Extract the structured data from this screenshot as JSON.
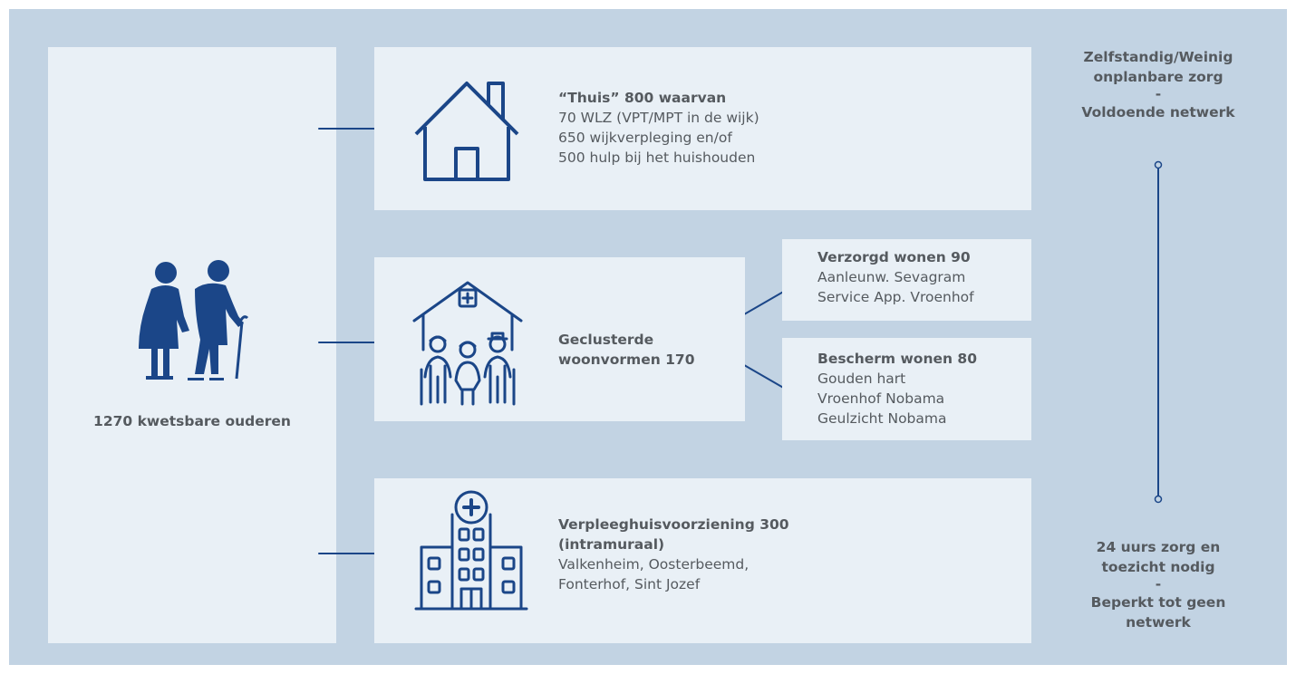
{
  "colors": {
    "background": "#c2d3e3",
    "panel": "#e9f0f6",
    "accent": "#1b4688",
    "text": "#555a5f"
  },
  "left": {
    "icon": "elderly-couple-icon",
    "label": "1270 kwetsbare ouderen"
  },
  "boxes": {
    "home": {
      "icon": "house-icon",
      "title": "“Thuis” 800 waarvan",
      "lines": [
        "70 WLZ (VPT/MPT in de wijk)",
        "650 wijkverpleging en/of",
        "500 hulp bij het huishouden"
      ]
    },
    "clustered": {
      "icon": "care-residence-icon",
      "title_line1": "Geclusterde",
      "title_line2": "woonvormen 170"
    },
    "nursing": {
      "icon": "hospital-building-icon",
      "title_line1": "Verpleeghuisvoorziening 300",
      "title_line2": "(intramuraal)",
      "lines": [
        "Valkenheim, Oosterbeemd,",
        "Fonterhof, Sint Jozef"
      ]
    },
    "cared": {
      "title": "Verzorgd wonen 90",
      "lines": [
        "Aanleunw. Sevagram",
        "Service App. Vroenhof"
      ]
    },
    "protected": {
      "title": "Bescherm wonen 80",
      "lines": [
        "Gouden hart",
        "Vroenhof Nobama",
        "Geulzicht Nobama"
      ]
    }
  },
  "scale": {
    "top": [
      "Zelfstandig/Weinig",
      "onplanbare zorg",
      "-",
      "Voldoende netwerk"
    ],
    "bottom": [
      "24 uurs zorg en",
      "toezicht nodig",
      "-",
      "Beperkt tot geen",
      "netwerk"
    ]
  }
}
